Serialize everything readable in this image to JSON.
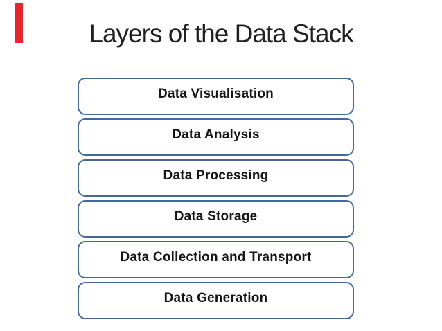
{
  "title": "Layers of the Data Stack",
  "stack": {
    "boxes": [
      {
        "label": "Data Visualisation"
      },
      {
        "label": "Data Analysis"
      },
      {
        "label": "Data Processing"
      },
      {
        "label": "Data Storage"
      },
      {
        "label": "Data Collection and Transport"
      },
      {
        "label": "Data Generation"
      }
    ]
  },
  "colors": {
    "background": "#ffffff",
    "title_text": "#1f1f1f",
    "label_text": "#151515",
    "box_border": "#44689a",
    "box_fill": "#ffffff",
    "accent_bar": "#e5262d"
  }
}
